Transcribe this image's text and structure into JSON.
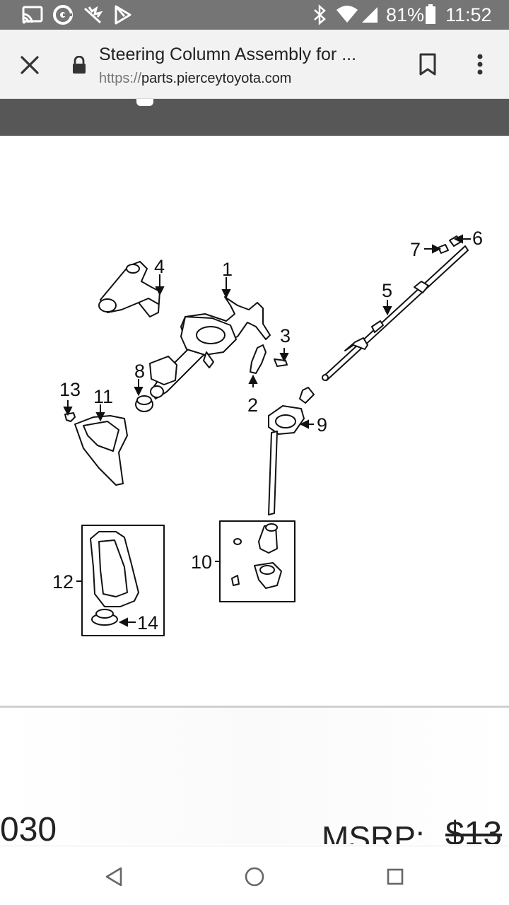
{
  "status_bar": {
    "battery_percent": "81%",
    "time": "11:52",
    "icons": [
      "cast-icon",
      "chrome-sync-icon",
      "muted-notification-icon",
      "play-store-icon",
      "bluetooth-icon",
      "wifi-icon",
      "cell-signal-icon",
      "battery-icon"
    ]
  },
  "toolbar": {
    "close_icon": "close-icon",
    "lock_icon": "lock-icon",
    "title": "Steering Column Assembly for ...",
    "url_scheme": "https://",
    "url_host": "parts.pierceytoyota.com",
    "bookmark_icon": "bookmark-icon",
    "menu_icon": "overflow-menu-icon"
  },
  "diagram": {
    "callouts": [
      "1",
      "2",
      "3",
      "4",
      "5",
      "6",
      "7",
      "8",
      "9",
      "10",
      "11",
      "12",
      "13",
      "14"
    ]
  },
  "product": {
    "part_number_fragment": "030",
    "msrp_label": "MSRP:",
    "msrp_value_fragment": "$13"
  },
  "nav_bar": {
    "icons": [
      "back-icon",
      "home-icon",
      "recents-icon"
    ]
  }
}
